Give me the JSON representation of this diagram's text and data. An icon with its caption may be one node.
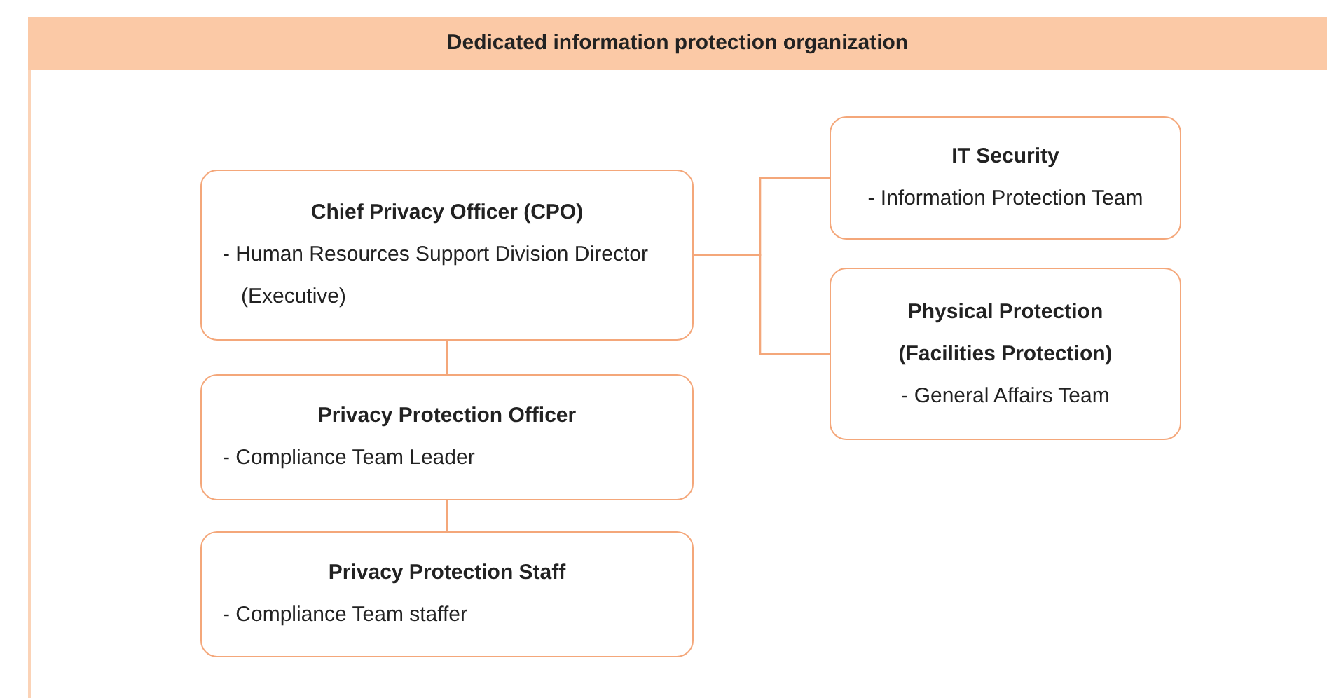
{
  "diagram": {
    "title": "Dedicated information protection organization",
    "nodes": [
      {
        "text": [
          "Chief Privacy Officer (CPO)",
          "- Human Resources Support Division Director (Executive)"
        ]
      },
      {
        "text": [
          "Privacy Protection Officer",
          "- Compliance Team Leader"
        ]
      },
      {
        "text": [
          "Privacy Protection Staff",
          "- Compliance Team staffer"
        ]
      },
      {
        "text": [
          "IT Security",
          "- Information Protection Team"
        ]
      },
      {
        "text": [
          "Physical Protection (Facilities Protection)",
          "- General Affairs Team"
        ]
      }
    ],
    "edges": [
      {
        "from": 0,
        "to": 1,
        "arrow": "none"
      },
      {
        "from": 1,
        "to": 2,
        "arrow": "none"
      },
      {
        "from": 0,
        "to": 3,
        "arrow": "none"
      },
      {
        "from": 0,
        "to": 4,
        "arrow": "none"
      }
    ]
  }
}
